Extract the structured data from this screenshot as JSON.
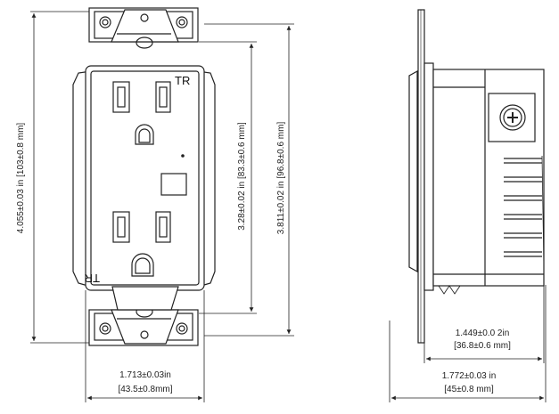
{
  "front_view": {
    "tr_top": "TR",
    "tr_bottom": "TR",
    "dim_total_height": "4.055±0.03 in [103±0.8 mm]",
    "dim_body_height": "3.811±0.02 in [96.8±0.6 mm]",
    "dim_face_height": "3.28±0.02 in [83.3±0.6 mm]",
    "dim_face_width_in": "1.713±0.03in",
    "dim_face_width_mm": "[43.5±0.8mm]"
  },
  "side_view": {
    "dim_depth_in": "1.449±0.0 2in",
    "dim_depth_mm": "[36.8±0.6 mm]",
    "dim_width_in": "1.772±0.03 in",
    "dim_width_mm": "[45±0.8 mm]"
  },
  "colors": {
    "line": "#222222"
  }
}
